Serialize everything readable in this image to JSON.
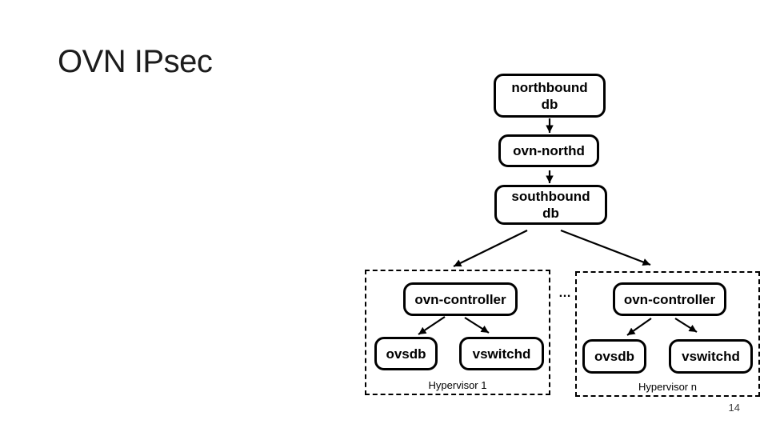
{
  "slide": {
    "title": "OVN IPsec",
    "page_number": "14"
  },
  "diagram": {
    "ellipsis": "…",
    "chain": {
      "northbound_db_line1": "northbound",
      "northbound_db_line2": "db",
      "ovn_northd": "ovn-northd",
      "southbound_db_line1": "southbound",
      "southbound_db_line2": "db"
    },
    "clusters": {
      "hypervisor_1": {
        "label": "Hypervisor 1",
        "ovn_controller": "ovn-controller",
        "ovsdb": "ovsdb",
        "vswitchd": "vswitchd"
      },
      "hypervisor_n": {
        "label": "Hypervisor n",
        "ovn_controller": "ovn-controller",
        "ovsdb": "ovsdb",
        "vswitchd": "vswitchd"
      }
    },
    "colors": {
      "border": "#000000",
      "fill": "#ffffff",
      "text": "#000000",
      "page_number": "#3d3d3d"
    }
  }
}
